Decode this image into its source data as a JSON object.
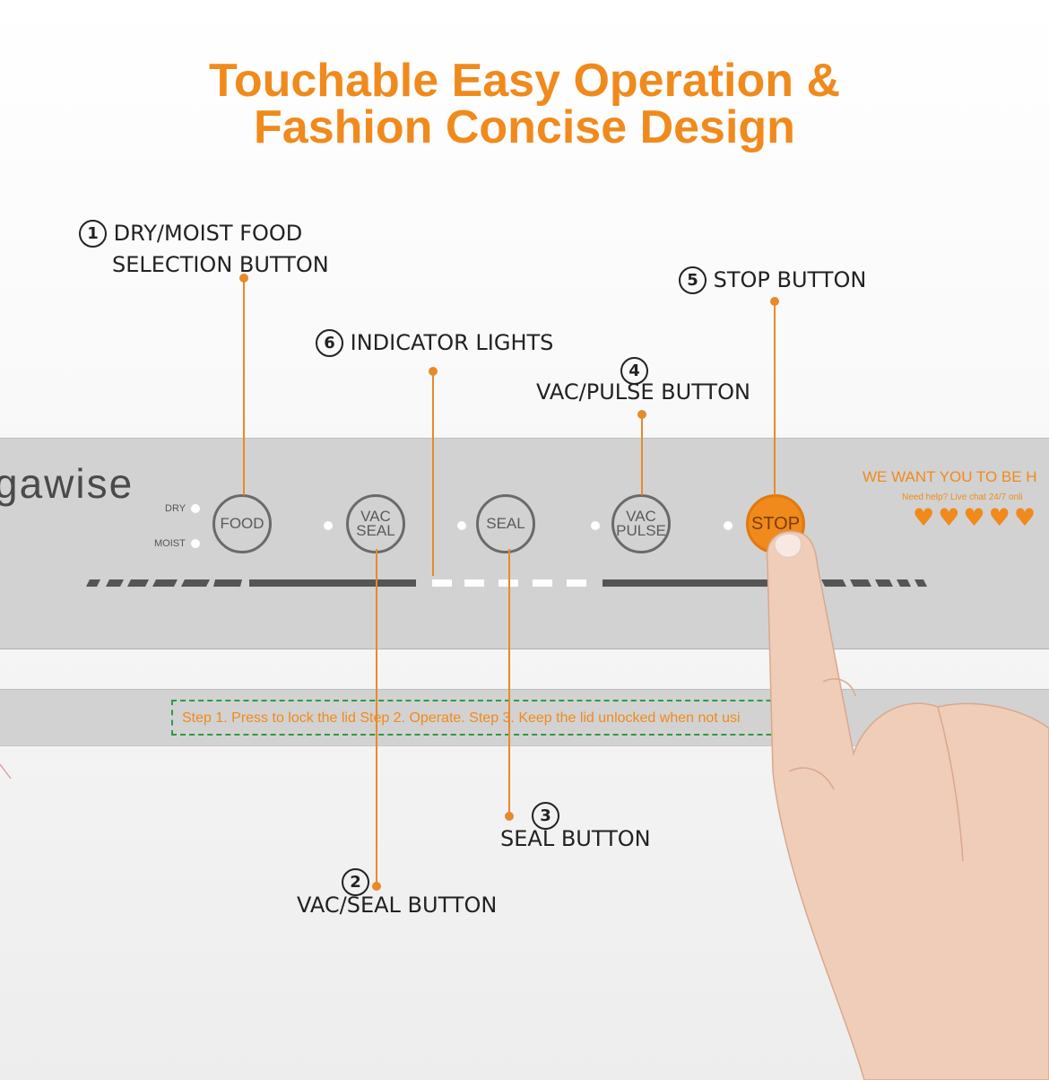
{
  "headline": {
    "line1": "Touchable Easy Operation &",
    "line2": "Fashion Concise Design"
  },
  "callouts": [
    {
      "number": "1",
      "label_line1": "DRY/MOIST FOOD",
      "label_line2": "SELECTION BUTTON"
    },
    {
      "number": "2",
      "label": "VAC/SEAL BUTTON"
    },
    {
      "number": "3",
      "label": "SEAL BUTTON"
    },
    {
      "number": "4",
      "label": "VAC/PULSE BUTTON"
    },
    {
      "number": "5",
      "label": "STOP BUTTON"
    },
    {
      "number": "6",
      "label": "INDICATOR LIGHTS"
    }
  ],
  "panel": {
    "brand": "gawise",
    "dry_label": "DRY",
    "moist_label": "MOIST",
    "buttons": [
      {
        "label": "FOOD"
      },
      {
        "label": "VAC\nSEAL"
      },
      {
        "label": "SEAL"
      },
      {
        "label": "VAC\nPULSE"
      },
      {
        "label": "STOP"
      }
    ],
    "promo_title": "WE WANT YOU TO BE H",
    "promo_sub": "Need help? Live chat 24/7 onli",
    "hearts": "♥♥♥♥♥"
  },
  "steps": {
    "text": "Step 1. Press to lock the lid   Step 2. Operate.   Step 3. Keep the lid unlocked when not usi"
  },
  "colors": {
    "accent": "#f08a1c",
    "panel_gray": "#d2d2d2",
    "dashed_green": "#2f9a44"
  }
}
